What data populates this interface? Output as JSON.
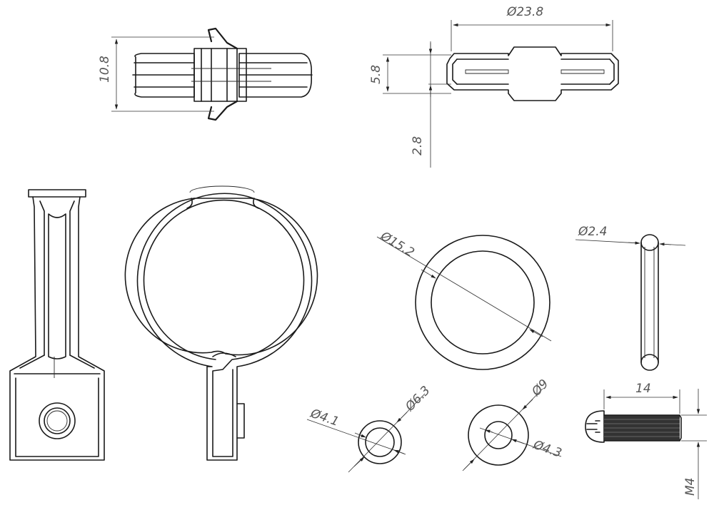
{
  "dimensions": {
    "clip_height": "10.8",
    "connector_diameter": "Ø23.8",
    "connector_width": "5.8",
    "connector_wall": "2.8",
    "ring_diameter": "Ø15.2",
    "oring_cross_section": "Ø2.4",
    "sleeve_inner": "Ø4.1",
    "sleeve_outer": "Ø6.3",
    "washer_outer": "Ø9",
    "washer_inner": "Ø4.3",
    "screw_length": "14",
    "screw_thread": "M4"
  },
  "colors": {
    "line": "#1a1a1a",
    "dimension_text": "#555555",
    "background": "#ffffff"
  }
}
